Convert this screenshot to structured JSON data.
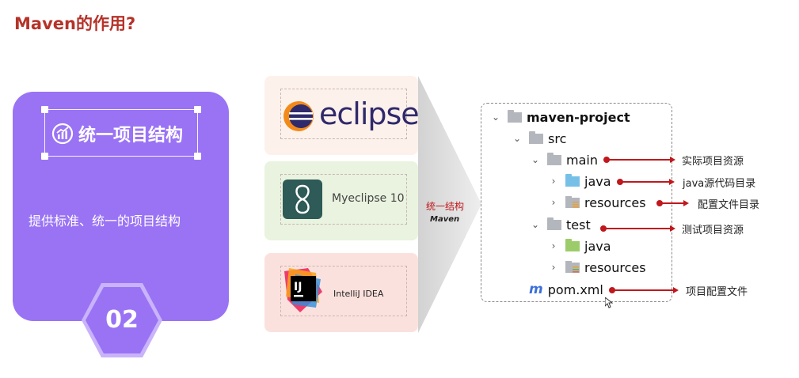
{
  "title": "Maven的作用?",
  "feature": {
    "title": "统一项目结构",
    "description": "提供标准、统一的项目结构",
    "number": "02"
  },
  "ides": {
    "eclipse": "eclipse",
    "myeclipse": "Myeclipse 10",
    "idea": "IntelliJ IDEA",
    "idea_badge": "IJ"
  },
  "funnel": {
    "label": "统一结构",
    "brand": "Maven"
  },
  "tree": {
    "root": "maven-project",
    "src": "src",
    "main": "main",
    "main_java": "java",
    "main_resources": "resources",
    "test": "test",
    "test_java": "java",
    "test_resources": "resources",
    "pom": "pom.xml",
    "pom_icon": "m"
  },
  "annotations": {
    "main": "实际项目资源",
    "java": "java源代码目录",
    "resources": "配置文件目录",
    "test": "测试项目资源",
    "pom": "项目配置文件"
  },
  "colors": {
    "title": "#b5332a",
    "card": "#9a73f5",
    "arrow": "#c0181c"
  },
  "icons": [
    "chart-icon",
    "eclipse-logo-icon",
    "myeclipse-logo-icon",
    "intellij-logo-icon",
    "folder-icon",
    "maven-m-icon",
    "cursor-icon"
  ]
}
